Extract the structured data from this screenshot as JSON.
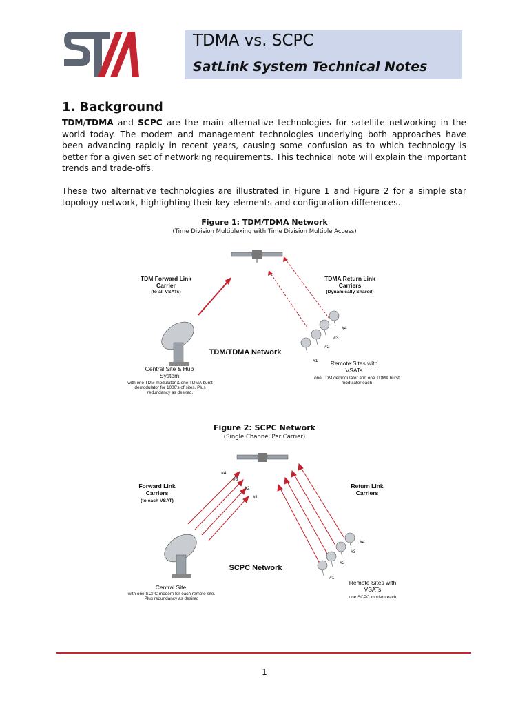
{
  "header": {
    "logo_text": "STM",
    "title": "TDMA vs. SCPC",
    "subtitle": "SatLink System Technical Notes"
  },
  "section": {
    "heading": "1. Background"
  },
  "paragraph1": {
    "tdm": "TDM",
    "slash": "/",
    "tdma": "TDMA",
    "and": " and ",
    "scpc": "SCPC",
    "rest": " are the main alternative technologies for satellite networking in the world today.  The modem and management technologies underlying both approaches have been advancing rapidly in recent years, causing some confusion as to which technology is better for a given set of networking requirements. This technical note will explain the important trends and trade-offs."
  },
  "paragraph2": "These two alternative technologies are illustrated in Figure 1 and Figure 2 for a simple star topology network, highlighting their key elements and configuration differences.",
  "figure1": {
    "title": "Figure 1: TDM/TDMA Network",
    "subtitle": "(Time Division Multiplexing with Time Division Multiple Access)",
    "fwd_title": "TDM Forward Link Carrier",
    "fwd_note": "(to all VSATs)",
    "ret_title": "TDMA Return Link Carriers",
    "ret_note": "(Dynamically Shared)",
    "network_label": "TDM/TDMA Network",
    "hub_title": "Central Site & Hub System",
    "hub_note": "with one TDM modulator & one TDMA burst demodulator for 1000's of sites. Plus redundancy as desired.",
    "remote_title": "Remote Sites with VSATs",
    "remote_note": "one TDM demodulator and one TDMA burst modulator each",
    "site_labels": [
      "#1",
      "#2",
      "#3",
      "#4"
    ]
  },
  "figure2": {
    "title": "Figure 2: SCPC Network",
    "subtitle": "(Single Channel Per Carrier)",
    "fwd_title": "Forward Link Carriers",
    "fwd_note": "(to each VSAT)",
    "ret_title": "Return Link Carriers",
    "network_label": "SCPC Network",
    "hub_title": "Central Site",
    "hub_note": "with one SCPC modem for each remote site. Plus redundancy as desired",
    "remote_title": "Remote Sites with VSATs",
    "remote_note": "one SCPC modem each",
    "carrier_labels": [
      "#4",
      "#3",
      "#2",
      "#1"
    ],
    "site_labels": [
      "#1",
      "#2",
      "#3",
      "#4"
    ]
  },
  "footer": {
    "page_number": "1"
  },
  "colors": {
    "logo_gray": "#5e6673",
    "logo_red": "#c4242f",
    "title_box": "#cdd6ea",
    "arrow_red": "#c4242f"
  }
}
